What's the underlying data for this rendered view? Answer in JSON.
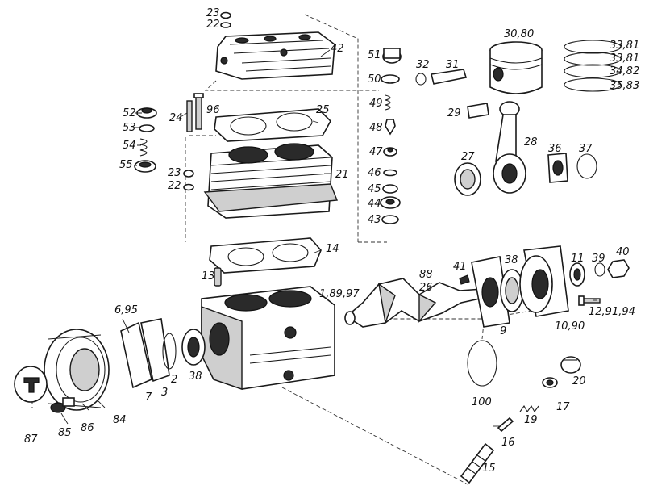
{
  "labels": {
    "l23a": "23",
    "l22a": "22",
    "l42": "42",
    "l51": "51",
    "l32": "32",
    "l31": "31",
    "l3080": "30,80",
    "l3381a": "33,81",
    "l3381b": "33,81",
    "l3482": "34,82",
    "l3583": "35,83",
    "l50": "50",
    "l52": "52",
    "l24": "24",
    "l96": "96",
    "l25": "25",
    "l49": "49",
    "l53": "53",
    "l29": "29",
    "l28": "28",
    "l48": "48",
    "l54": "54",
    "l47": "47",
    "l27": "27",
    "l36": "36",
    "l37": "37",
    "l55": "55",
    "l23b": "23",
    "l21": "21",
    "l46": "46",
    "l22b": "22",
    "l45": "45",
    "l44": "44",
    "l43": "43",
    "l14": "14",
    "l88": "88",
    "l41": "41",
    "l38a": "38",
    "l11": "11",
    "l39": "39",
    "l40": "40",
    "l26": "26",
    "l13": "13",
    "l18997": "1,89,97",
    "l695": "6,95",
    "l129194": "12,91,94",
    "l9": "9",
    "l1090": "10,90",
    "l2": "2",
    "l38b": "38",
    "l7": "7",
    "l3": "3",
    "l100": "100",
    "l20": "20",
    "l17": "17",
    "l19": "19",
    "l84": "84",
    "l86": "86",
    "l85": "85",
    "l87": "87",
    "l16": "16",
    "l15": "15"
  }
}
